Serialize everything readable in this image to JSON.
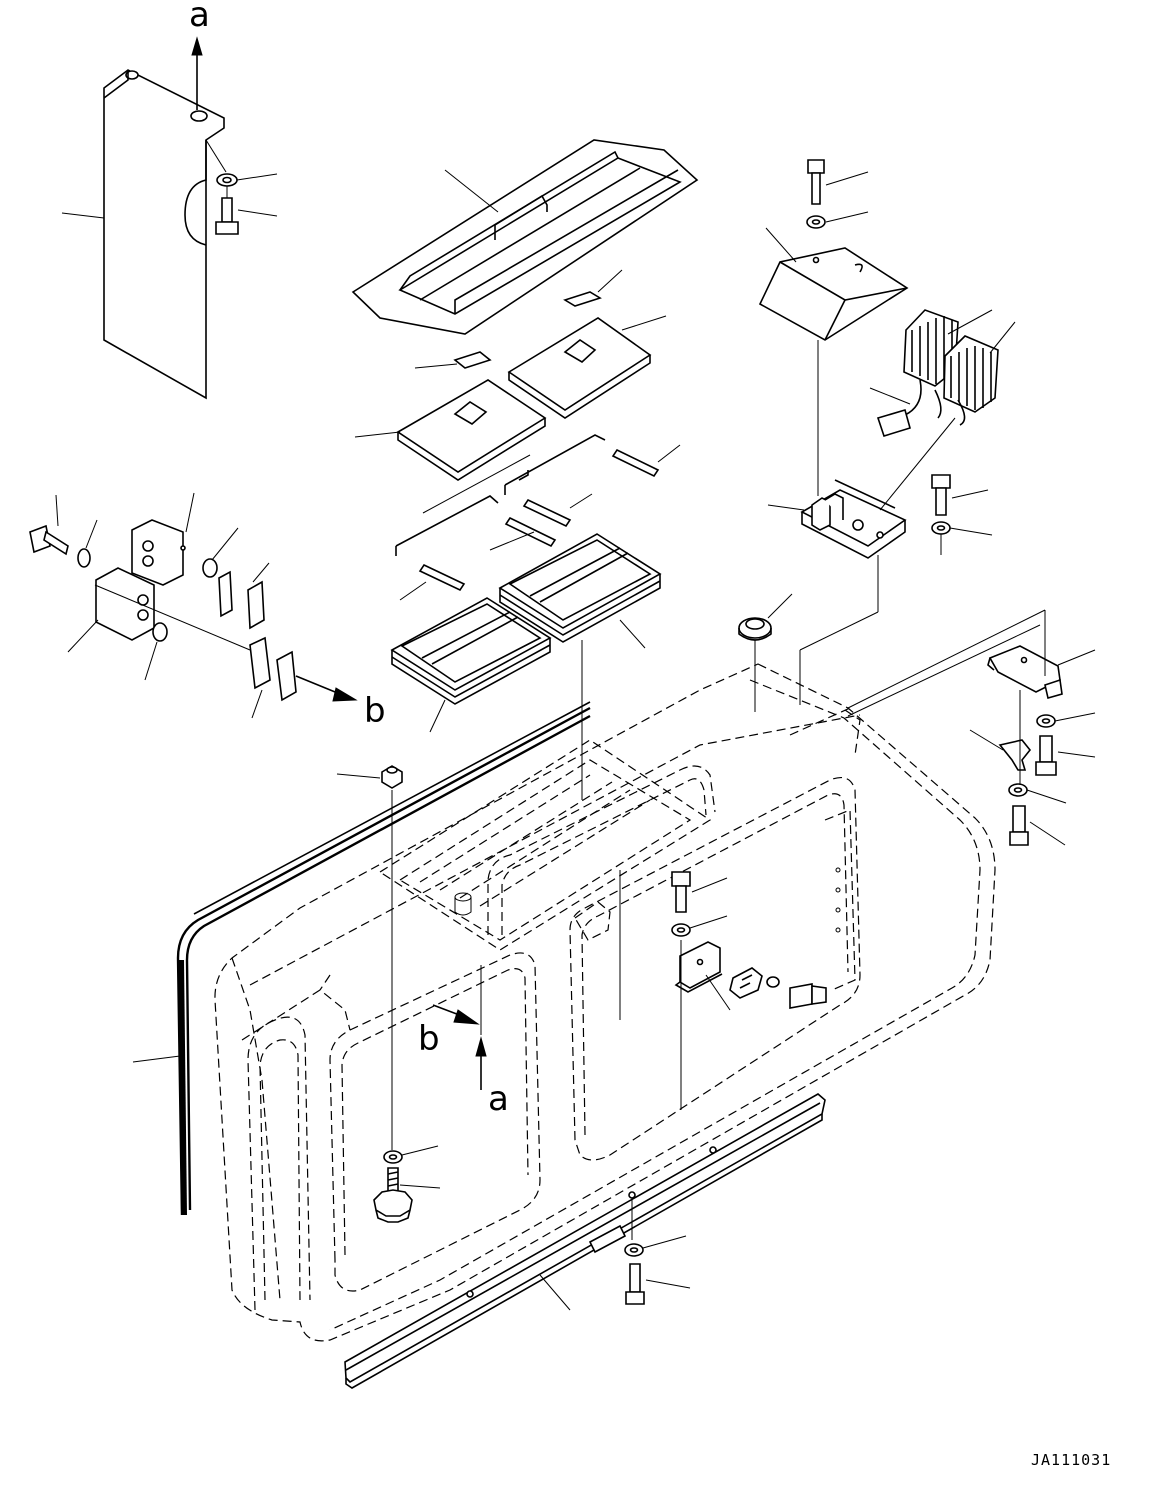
{
  "labels": {
    "a_top": "a",
    "b_right": "b",
    "b_center": "b",
    "a_center": "a"
  },
  "drawing_code": "JA111031"
}
